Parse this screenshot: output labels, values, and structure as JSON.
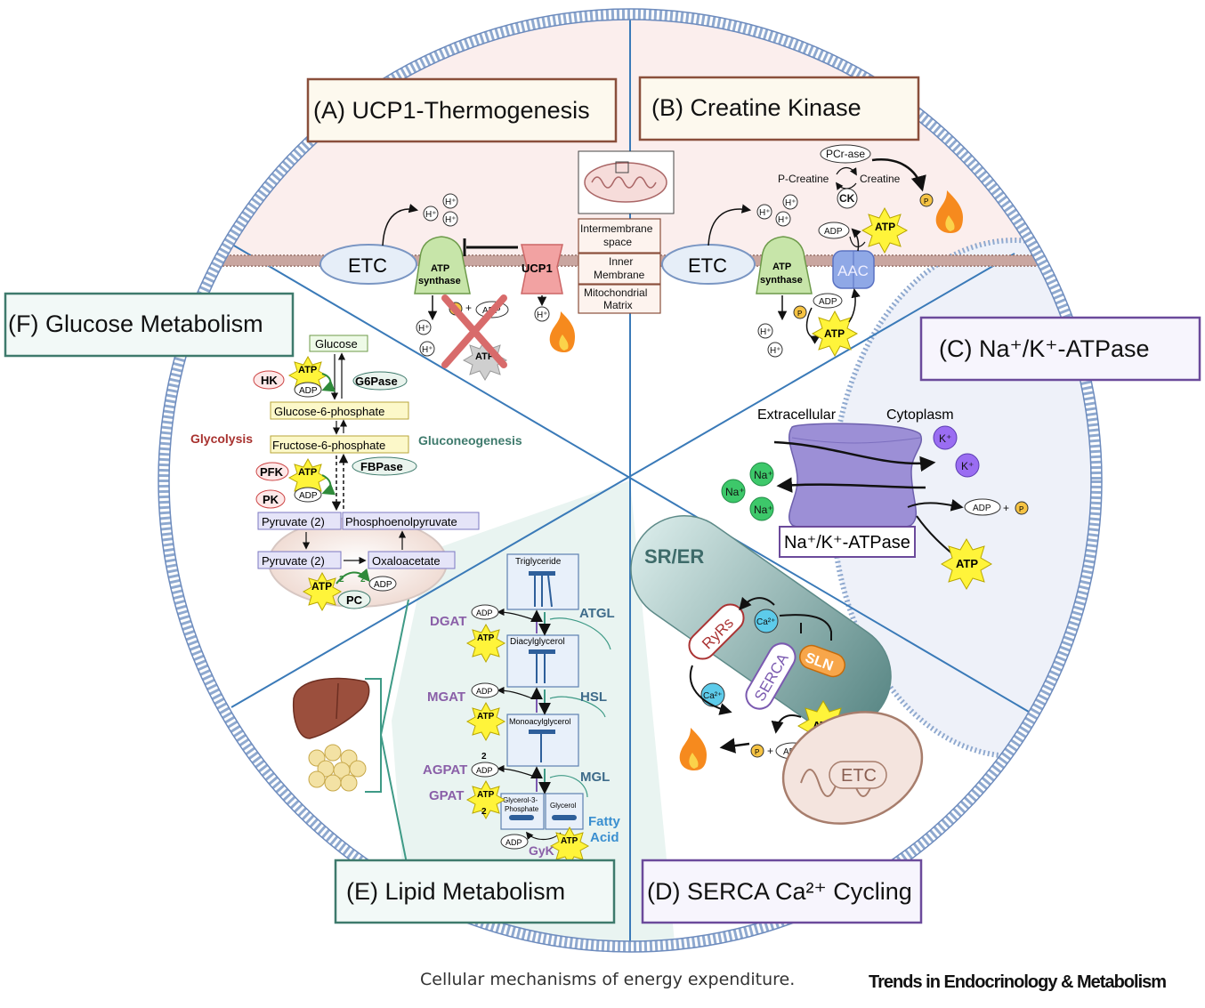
{
  "panels": {
    "a": {
      "title": "(A) UCP1-Thermogenesis",
      "etc": "ETC",
      "atp_synthase": [
        "ATP",
        "synthase"
      ],
      "ucp1": "UCP1",
      "h": "H⁺",
      "atp": "ATP",
      "adp": "ADP",
      "p": "P"
    },
    "b": {
      "title": "(B) Creatine Kinase",
      "etc": "ETC",
      "atp_synthase": [
        "ATP",
        "synthase"
      ],
      "pcr_ase": "PCr-ase",
      "p_creatine": "P-Creatine",
      "creatine": "Creatine",
      "ck": "CK",
      "aac": "AAC",
      "adp": "ADP",
      "atp": "ATP",
      "p": "P",
      "h": "H⁺"
    },
    "c": {
      "title": "(C) Na⁺/K⁺-ATPase",
      "extracellular": "Extracellular",
      "cytoplasm": "Cytoplasm",
      "pump": "Na⁺/K⁺-ATPase",
      "k": "K⁺",
      "na": "Na⁺",
      "adp": "ADP",
      "p": "P",
      "atp": "ATP"
    },
    "d": {
      "title": "(D) SERCA Ca²⁺ Cycling",
      "sr_er": "SR/ER",
      "ryrs": "RyRs",
      "serca": "SERCA",
      "sln": "SLN",
      "ca": "Ca²⁺",
      "atp": "ATP",
      "adp": "ADP",
      "p": "P",
      "etc": "ETC"
    },
    "e": {
      "title": "(E) Lipid Metabolism",
      "triglyceride": "Triglyceride",
      "diacylglycerol": "Diacylglycerol",
      "monoacylglycerol": "Monoacylglycerol",
      "glycerol3p": [
        "Glycerol-3-",
        "Phosphate"
      ],
      "glycerol": "Glycerol",
      "fatty_acid": [
        "Fatty",
        "Acid"
      ],
      "atgl": "ATGL",
      "hsl": "HSL",
      "mgl": "MGL",
      "dgat": "DGAT",
      "mgat": "MGAT",
      "agpat": "AGPAT",
      "gpat": "GPAT",
      "gyk": "GyK",
      "atp": "ATP",
      "adp": "ADP",
      "two": "2"
    },
    "f": {
      "title": "(F) Glucose Metabolism",
      "glucose": "Glucose",
      "g6p": "Glucose-6-phosphate",
      "f6p": "Fructose-6-phosphate",
      "pyruvate": "Pyruvate (2)",
      "pep": "Phosphoenolpyruvate",
      "oxaloacetate": "Oxaloacetate",
      "hk": "HK",
      "pfk": "PFK",
      "pk": "PK",
      "pc": "PC",
      "g6pase": "G6Pase",
      "fbpase": "FBPase",
      "glycolysis": "Glycolysis",
      "gluconeogenesis": "Gluconeogenesis",
      "atp": "ATP",
      "adp": "ADP",
      "two": "2"
    }
  },
  "legend": {
    "intermembrane": [
      "Intermembrane",
      "space"
    ],
    "inner": [
      "Inner",
      "Membrane"
    ],
    "matrix": [
      "Mitochondrial",
      "Matrix"
    ]
  },
  "caption": "Cellular mechanisms of energy expenditure.",
  "journal": "Trends in Endocrinology & Metabolism",
  "colors": {
    "membrane": "#8fa9cf",
    "divider": "#3a7ab8",
    "top_fill": "#fbeeed",
    "c_fill": "#eef1f9",
    "e_fill": "#e9f4f1",
    "atp_star": "#fff43a",
    "p_dot": "#f6c343",
    "na_k_pump": "#9c8fd6",
    "fire": "#f68a1e"
  }
}
